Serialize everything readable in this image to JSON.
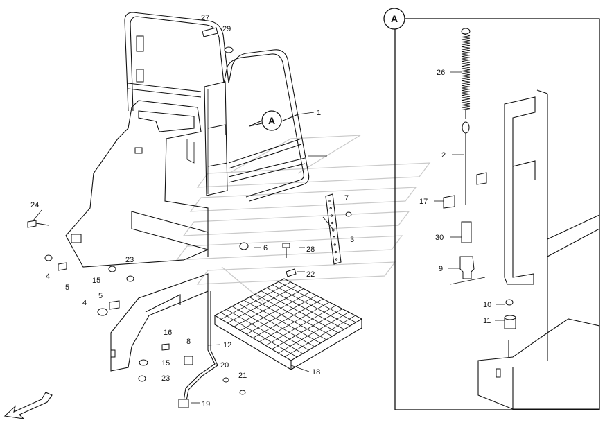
{
  "callout": {
    "label": "A"
  },
  "detail": {
    "label": "A"
  },
  "part_labels": {
    "p1": "1",
    "p2": "2",
    "p3": "3",
    "p4a": "4",
    "p4b": "4",
    "p5a": "5",
    "p5b": "5",
    "p6": "6",
    "p7": "7",
    "p8": "8",
    "p9": "9",
    "p10": "10",
    "p11": "11",
    "p12": "12",
    "p15a": "15",
    "p15b": "15",
    "p16": "16",
    "p17": "17",
    "p18": "18",
    "p19": "19",
    "p20": "20",
    "p21": "21",
    "p22": "22",
    "p23a": "23",
    "p23b": "23",
    "p24": "24",
    "p26": "26",
    "p27": "27",
    "p28": "28",
    "p29": "29",
    "p30": "30"
  }
}
